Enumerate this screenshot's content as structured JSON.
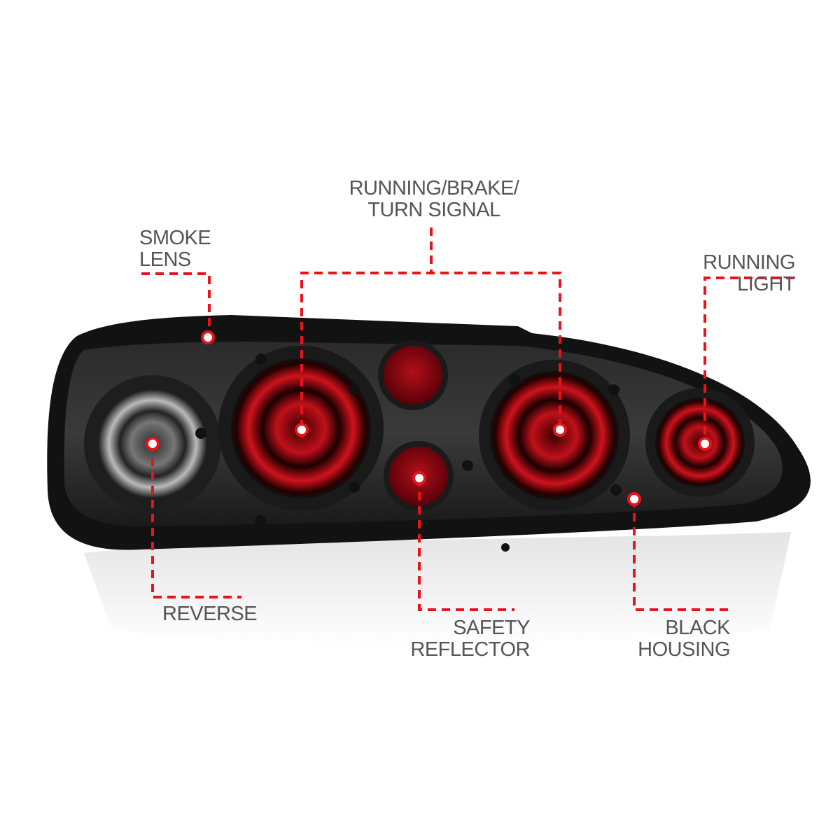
{
  "diagram": {
    "subject": "Black housing smoke lens tail light assembly",
    "accent_color": "#e8141b",
    "label_color": "#555555",
    "callouts": [
      {
        "id": "smoke-lens",
        "lines": [
          "SMOKE",
          "LENS"
        ],
        "marker": [
          297,
          482
        ]
      },
      {
        "id": "running-brake-turn",
        "lines": [
          "RUNNING/BRAKE/",
          "TURN SIGNAL"
        ],
        "markers": [
          [
            431,
            614
          ],
          [
            800,
            614
          ]
        ]
      },
      {
        "id": "running-light",
        "lines": [
          "RUNNING",
          "LIGHT"
        ],
        "marker": [
          1007,
          634
        ]
      },
      {
        "id": "reverse",
        "lines": [
          "REVERSE"
        ],
        "marker": [
          218,
          634
        ]
      },
      {
        "id": "safety-reflector",
        "lines": [
          "SAFETY",
          "REFLECTOR"
        ],
        "marker": [
          599,
          683
        ]
      },
      {
        "id": "black-housing",
        "lines": [
          "BLACK",
          "HOUSING"
        ],
        "marker": [
          906,
          713
        ]
      }
    ]
  }
}
